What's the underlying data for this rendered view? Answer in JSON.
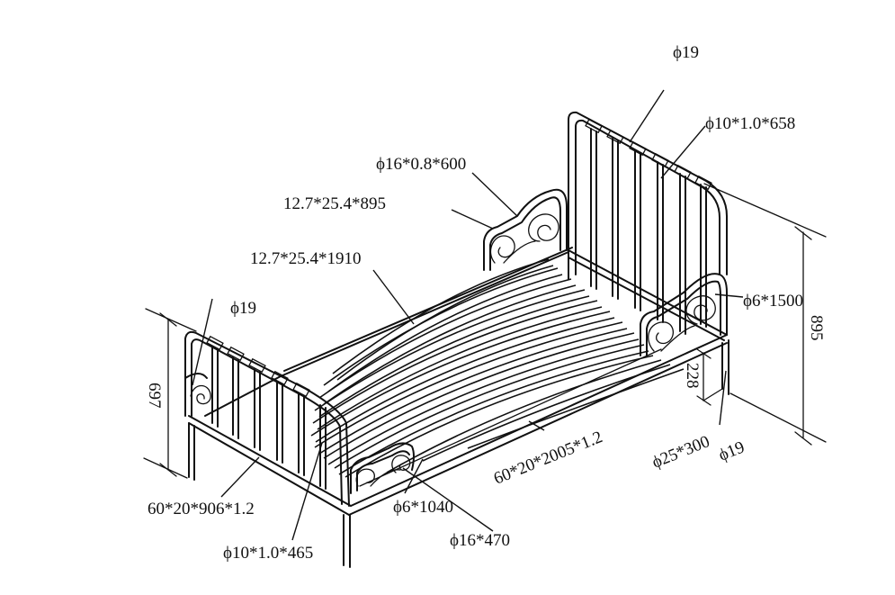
{
  "diagram": {
    "labels": {
      "headboard_top_tube": "ϕ19",
      "headboard_bars": "ϕ10*1.0*658",
      "side_scroll_tube": "ϕ16*0.8*600",
      "upper_rail_895": "12.7*25.4*895",
      "long_rail_1910": "12.7*25.4*1910",
      "footboard_tube": "ϕ19",
      "head_scroll_wire": "ϕ6*1500",
      "head_height": "895",
      "leg_height": "228",
      "foot_height": "697",
      "side_frame": "60*20*2005*1.2",
      "leg_tube": "ϕ25*300",
      "leg_tube_2": "ϕ19",
      "foot_frame": "60*20*906*1.2",
      "foot_scroll_wire": "ϕ6*1040",
      "foot_scroll_tube": "ϕ16*470",
      "footboard_bars": "ϕ10*1.0*465"
    }
  }
}
